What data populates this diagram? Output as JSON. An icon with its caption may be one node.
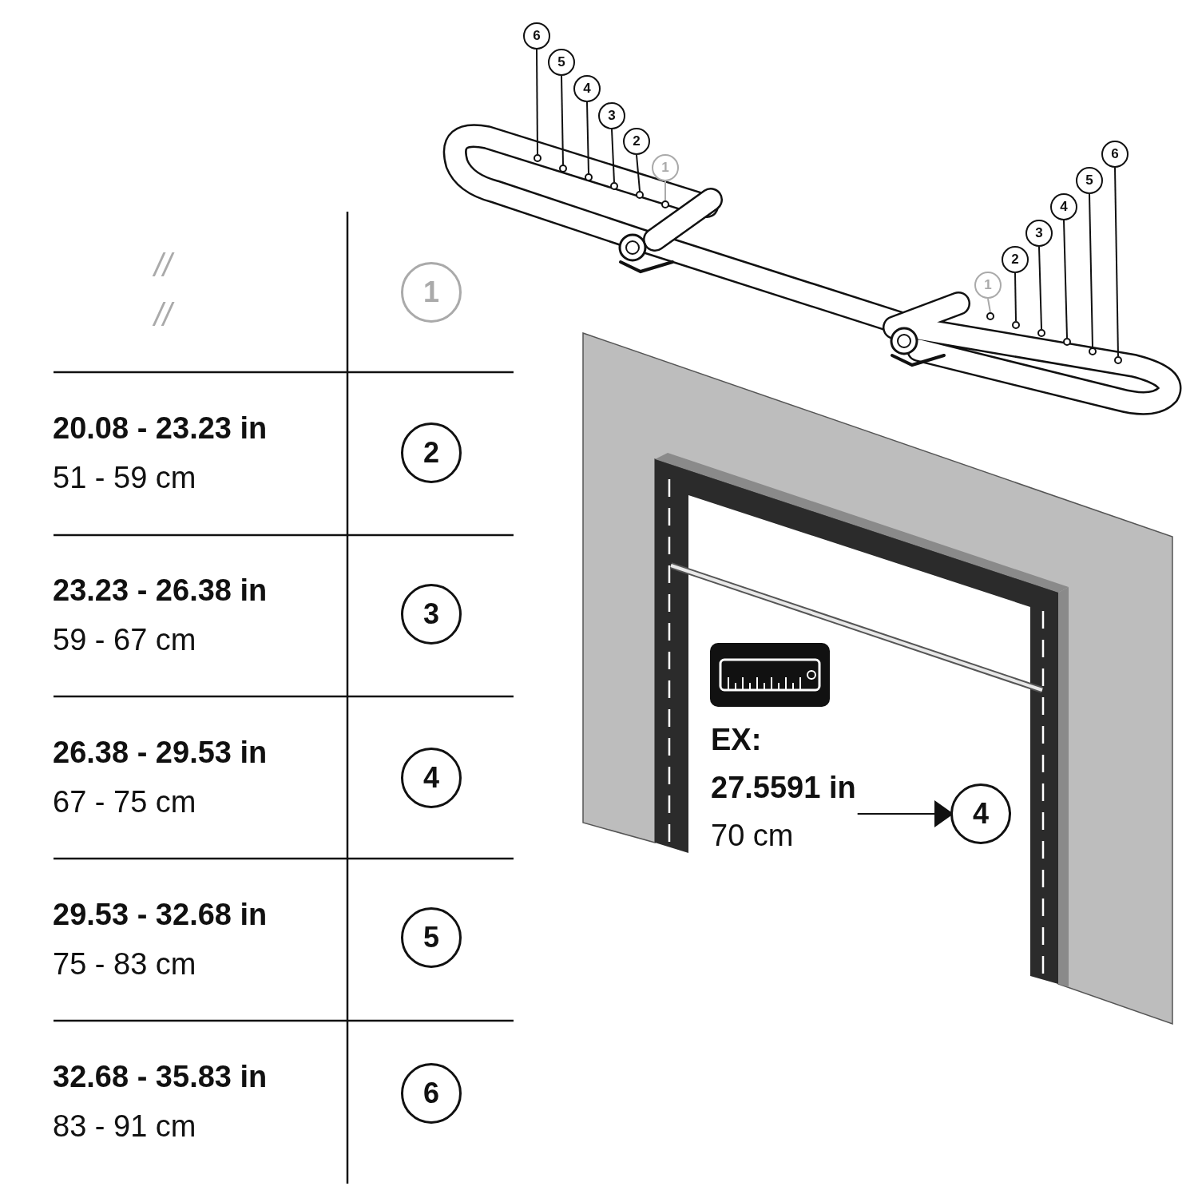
{
  "diagram": {
    "nodes": [
      {
        "text": [
          "1"
        ]
      },
      {
        "text": [
          "2"
        ]
      },
      {
        "text": [
          "3"
        ]
      },
      {
        "text": [
          "4"
        ]
      },
      {
        "text": [
          "5"
        ]
      },
      {
        "text": [
          "6"
        ]
      },
      {
        "text": [
          "6"
        ]
      },
      {
        "text": [
          "5"
        ]
      },
      {
        "text": [
          "4"
        ]
      },
      {
        "text": [
          "3"
        ]
      },
      {
        "text": [
          "2"
        ]
      },
      {
        "text": [
          "1"
        ]
      },
      {
        "text": [
          "6"
        ]
      },
      {
        "text": [
          "5"
        ]
      },
      {
        "text": [
          "4"
        ]
      },
      {
        "text": [
          "3"
        ]
      },
      {
        "text": [
          "2"
        ]
      },
      {
        "text": [
          "1"
        ]
      },
      {
        "text": [
          "EX:",
          "27.5591 in",
          "70 cm"
        ]
      },
      {
        "text": [
          "4"
        ]
      },
      {
        "text": [],
        "shape": "circle"
      },
      {
        "text": [],
        "shape": "circle"
      },
      {
        "text": [],
        "shape": "circle"
      },
      {
        "text": [],
        "shape": "circle"
      },
      {
        "text": [],
        "shape": "circle"
      },
      {
        "text": [],
        "shape": "circle"
      },
      {
        "text": [],
        "shape": "circle"
      },
      {
        "text": [],
        "shape": "circle"
      },
      {
        "text": [],
        "shape": "circle"
      },
      {
        "text": [],
        "shape": "circle"
      },
      {
        "text": [],
        "shape": "circle"
      },
      {
        "text": [],
        "shape": "circle"
      }
    ],
    "edges": [
      {
        "from": 6,
        "to": 20,
        "arrow": "none"
      },
      {
        "from": 7,
        "to": 21,
        "arrow": "none"
      },
      {
        "from": 8,
        "to": 22,
        "arrow": "none"
      },
      {
        "from": 9,
        "to": 23,
        "arrow": "none"
      },
      {
        "from": 10,
        "to": 24,
        "arrow": "none"
      },
      {
        "from": 11,
        "to": 25,
        "arrow": "none",
        "color": "#aaaaaa"
      },
      {
        "from": 12,
        "to": 26,
        "arrow": "none"
      },
      {
        "from": 13,
        "to": 27,
        "arrow": "none"
      },
      {
        "from": 14,
        "to": 28,
        "arrow": "none"
      },
      {
        "from": 15,
        "to": 29,
        "arrow": "none"
      },
      {
        "from": 16,
        "to": 30,
        "arrow": "none"
      },
      {
        "from": 17,
        "to": 31,
        "arrow": "none",
        "color": "#aaaaaa"
      },
      {
        "from": 18,
        "to": 19,
        "arrow": "to"
      }
    ],
    "labels": [
      "//",
      "//",
      "20.08 - 23.23 in",
      "51 - 59 cm",
      "23.23 - 26.38 in",
      "59 - 67 cm",
      "26.38 - 29.53 in",
      "67 - 75 cm",
      "29.53 - 32.68 in",
      "75 - 83 cm",
      "32.68 - 35.83 in",
      "83 - 91 cm"
    ]
  }
}
